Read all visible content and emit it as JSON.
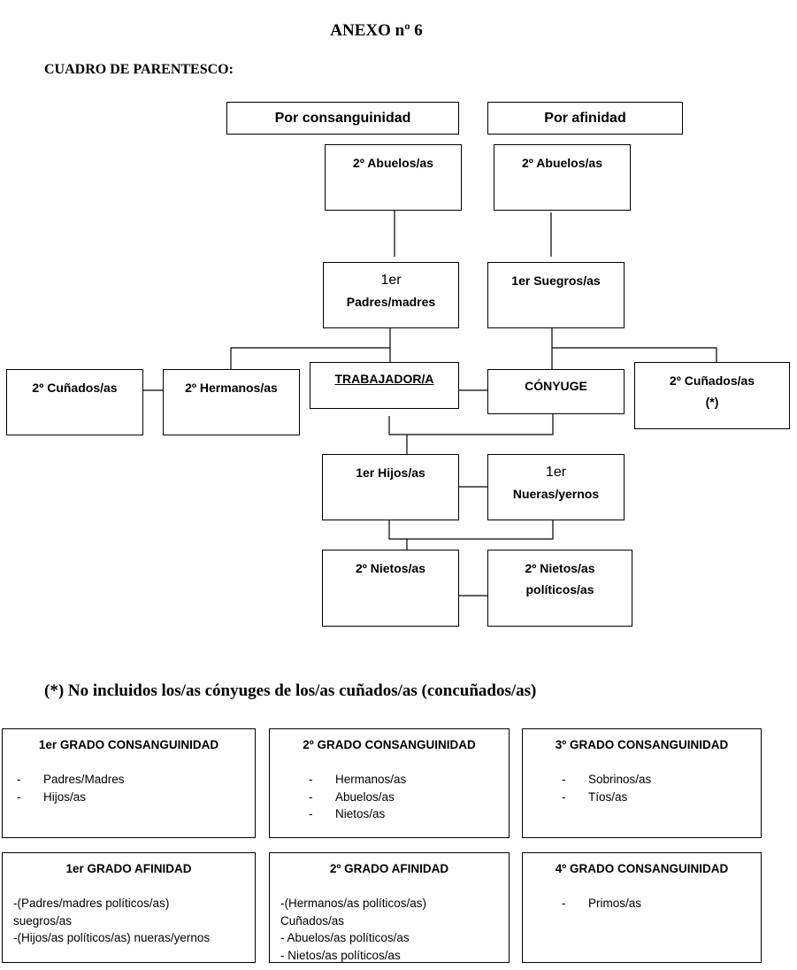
{
  "title": "ANEXO nº 6",
  "subtitle": "CUADRO DE PARENTESCO:",
  "headers": {
    "consanguinidad": "Por consanguinidad",
    "afinidad": "Por afinidad"
  },
  "nodes": {
    "abuelos_c": [
      "2º  Abuelos/as"
    ],
    "abuelos_a": [
      "2º  Abuelos/as"
    ],
    "padres": [
      "1er",
      "Padres/madres"
    ],
    "suegros": [
      "1er  Suegros/as"
    ],
    "cunados_l": [
      "2º  Cuñados/as"
    ],
    "hermanos": [
      "2º  Hermanos/as"
    ],
    "trabajador": [
      "TRABAJADOR/A"
    ],
    "conyuge": [
      "CÓNYUGE"
    ],
    "cunados_r": [
      "2º     Cuñados/as",
      "(*)"
    ],
    "hijos": [
      "1er      Hijos/as"
    ],
    "nueras": [
      "1er",
      "Nueras/yernos"
    ],
    "nietos": [
      "2º      Nietos/as"
    ],
    "nietos_pol": [
      "2º          Nietos/as",
      "políticos/as"
    ]
  },
  "footnote": "(*) No incluidos los/as cónyuges de los/as cuñados/as (concuñados/as)",
  "grades": [
    {
      "title": "1er  GRADO CONSANGUINIDAD",
      "items": [
        "Padres/Madres",
        "Hijos/as"
      ],
      "dash": true
    },
    {
      "title": "2º  GRADO CONSANGUINIDAD",
      "items": [
        "Hermanos/as",
        "Abuelos/as",
        "Nietos/as"
      ],
      "dash": true
    },
    {
      "title": "3º  GRADO CONSANGUINIDAD",
      "items": [
        "Sobrinos/as",
        "Tíos/as"
      ],
      "dash": true
    },
    {
      "title": "1er  GRADO AFINIDAD",
      "items": [
        "-(Padres/madres políticos/as)",
        "suegros/as",
        "-(Hijos/as políticos/as) nueras/yernos"
      ],
      "dash": false
    },
    {
      "title": "2º  GRADO AFINIDAD",
      "items": [
        "-(Hermanos/as políticos/as)",
        "Cuñados/as",
        "- Abuelos/as políticos/as",
        "- Nietos/as políticos/as"
      ],
      "dash": false
    },
    {
      "title": "4º  GRADO CONSANGUINIDAD",
      "items": [
        "Primos/as"
      ],
      "dash": true
    }
  ]
}
